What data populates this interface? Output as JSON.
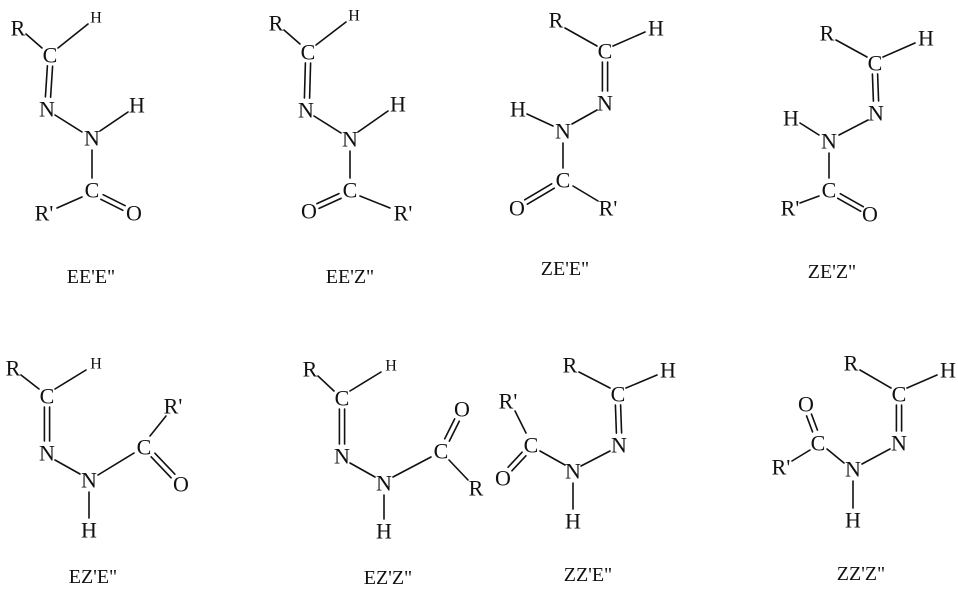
{
  "atoms": {
    "R": "R",
    "R_prime": "R'",
    "C": "C",
    "N": "N",
    "O": "O",
    "H": "H"
  },
  "structures": [
    {
      "caption": "EE'E\""
    },
    {
      "caption": "EE'Z\""
    },
    {
      "caption": "ZE'E\""
    },
    {
      "caption": "ZE'Z\""
    },
    {
      "caption": "EZ'E\""
    },
    {
      "caption": "EZ'Z\""
    },
    {
      "caption": "ZZ'E\""
    },
    {
      "caption": "ZZ'Z\""
    }
  ]
}
